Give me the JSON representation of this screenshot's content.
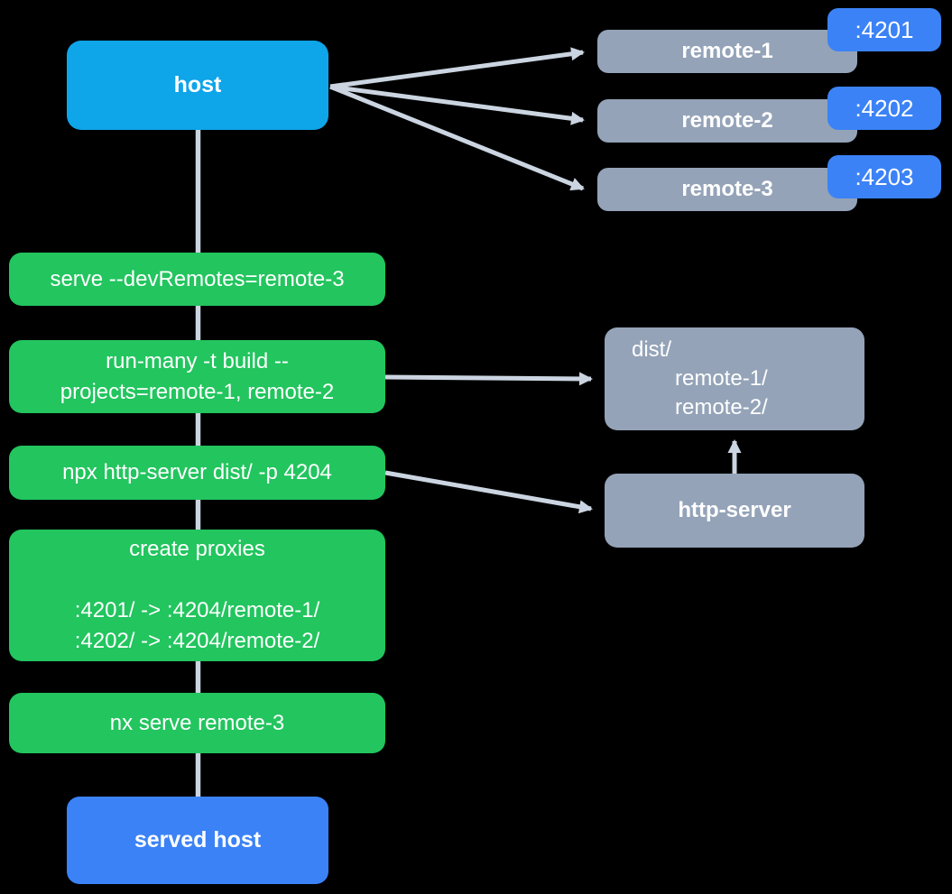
{
  "colors": {
    "background": "#000000",
    "host_bg": "#0EA5E9",
    "served_host_bg": "#3B82F6",
    "remote_bg": "#94A3B8",
    "badge_bg": "#3B82F6",
    "command_bg": "#22C55E",
    "folder_bg": "#94A3B8",
    "arrow": "#CBD5E1",
    "text": "#FFFFFF"
  },
  "host": {
    "label": "host"
  },
  "remotes": [
    {
      "label": "remote-1",
      "port": ":4201"
    },
    {
      "label": "remote-2",
      "port": ":4202"
    },
    {
      "label": "remote-3",
      "port": ":4203"
    }
  ],
  "commands": [
    {
      "lines": [
        "serve --devRemotes=remote-3"
      ]
    },
    {
      "lines": [
        "run-many -t build --",
        "projects=remote-1, remote-2"
      ]
    },
    {
      "lines": [
        "npx http-server dist/ -p 4204"
      ]
    },
    {
      "lines": [
        "create proxies",
        "",
        ":4201/ -> :4204/remote-1/",
        ":4202/ -> :4204/remote-2/"
      ]
    },
    {
      "lines": [
        "nx serve remote-3"
      ]
    }
  ],
  "dist": {
    "title": "dist/",
    "entries": [
      "remote-1/",
      "remote-2/"
    ]
  },
  "http_server": {
    "label": "http-server"
  },
  "served_host": {
    "label": "served host"
  }
}
